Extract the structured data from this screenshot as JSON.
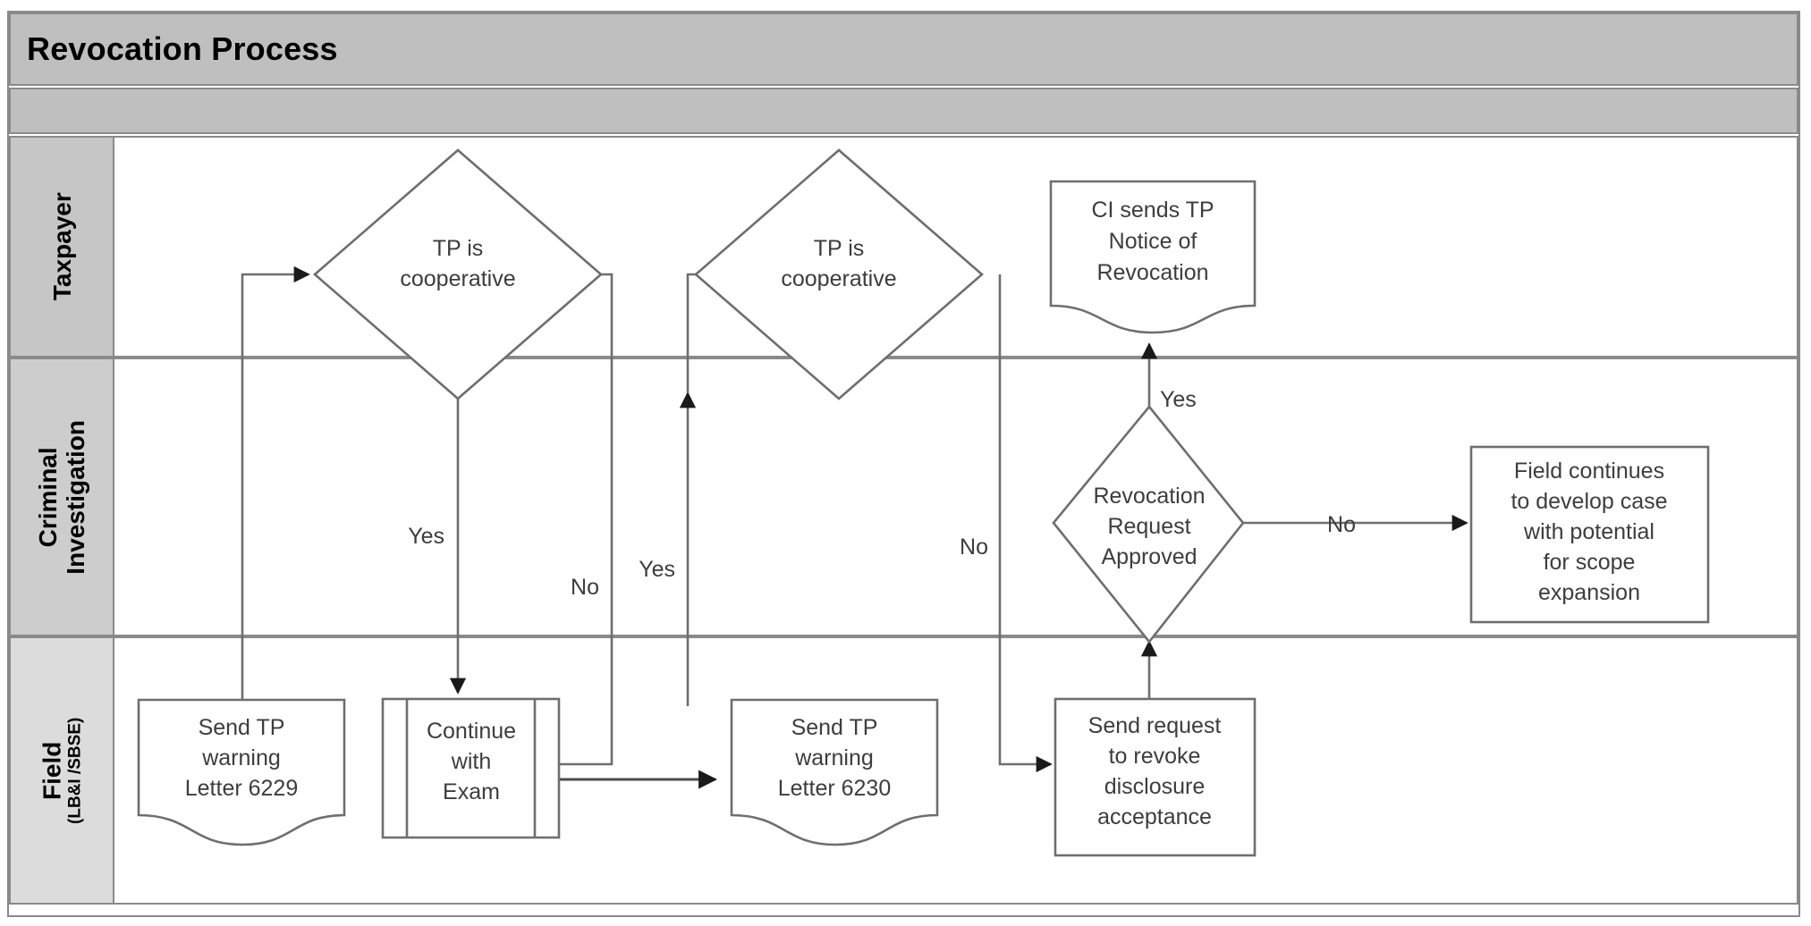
{
  "header": {
    "title": "Revocation Process"
  },
  "lanes": [
    {
      "id": "taxpayer",
      "label": "Taxpayer",
      "sub": ""
    },
    {
      "id": "criminal-investigation",
      "label": "Criminal",
      "label2": "Investigation",
      "sub": ""
    },
    {
      "id": "field",
      "label": "Field",
      "sub": "(LB&I /SBSE)"
    }
  ],
  "nodes": {
    "decision1": {
      "text_line1": "TP is",
      "text_line2": "cooperative",
      "shape": "diamond",
      "lane": "taxpayer"
    },
    "decision2": {
      "text_line1": "TP is",
      "text_line2": "cooperative",
      "shape": "diamond",
      "lane": "taxpayer"
    },
    "notice": {
      "text_line1": "CI sends TP",
      "text_line2": "Notice of",
      "text_line3": "Revocation",
      "shape": "document",
      "lane": "taxpayer"
    },
    "decision3": {
      "text_line1": "Revocation",
      "text_line2": "Request",
      "text_line3": "Approved",
      "shape": "diamond",
      "lane": "criminal-investigation"
    },
    "field_continues": {
      "text_line1": "Field continues",
      "text_line2": "to develop case",
      "text_line3": "with potential",
      "text_line4": "for scope",
      "text_line5": "expansion",
      "shape": "process",
      "lane": "criminal-investigation"
    },
    "letter6229": {
      "text_line1": "Send TP",
      "text_line2": "warning",
      "text_line3": "Letter 6229",
      "shape": "document",
      "lane": "field"
    },
    "continue_exam": {
      "text_line1": "Continue",
      "text_line2": "with",
      "text_line3": "Exam",
      "shape": "predefined-process",
      "lane": "field"
    },
    "letter6230": {
      "text_line1": "Send TP",
      "text_line2": "warning",
      "text_line3": "Letter 6230",
      "shape": "document",
      "lane": "field"
    },
    "send_request": {
      "text_line1": "Send request",
      "text_line2": "to revoke",
      "text_line3": "disclosure",
      "text_line4": "acceptance",
      "shape": "process",
      "lane": "field"
    }
  },
  "edge_labels": {
    "d1_yes": "Yes",
    "d1_no": "No",
    "d2_yes": "Yes",
    "d2_no": "No",
    "d3_yes": "Yes",
    "d3_no": "No"
  },
  "colors": {
    "title_band": "#bfbfbf",
    "lane_header_taxpayer": "#c6c6c6",
    "lane_header_ci": "#cdcdcd",
    "lane_header_field": "#dcdcdc",
    "shape_stroke": "#6e6e6e",
    "shape_fill": "#ffffff",
    "frame_stroke": "#8a8a8a",
    "text": "#3d3d3d"
  }
}
